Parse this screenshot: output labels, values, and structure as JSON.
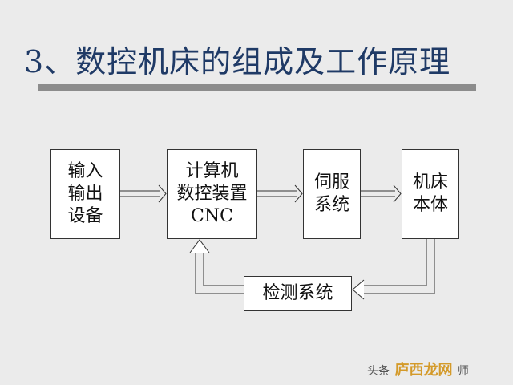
{
  "title": "3、数控机床的组成及工作原理",
  "blocks": {
    "io": [
      "输入",
      "输出",
      "设备"
    ],
    "cnc": [
      "计算机",
      "数控装置",
      "CNC"
    ],
    "servo": [
      "伺服",
      "系统"
    ],
    "machine": [
      "机床",
      "本体"
    ],
    "detection": [
      "检测系统"
    ]
  },
  "watermark": {
    "prefix": "头条",
    "main": "庐西龙网",
    "suffix": "师"
  },
  "colors": {
    "title": "#1f3a66",
    "rule": "#8c8c8c",
    "background": "#ebebeb"
  }
}
